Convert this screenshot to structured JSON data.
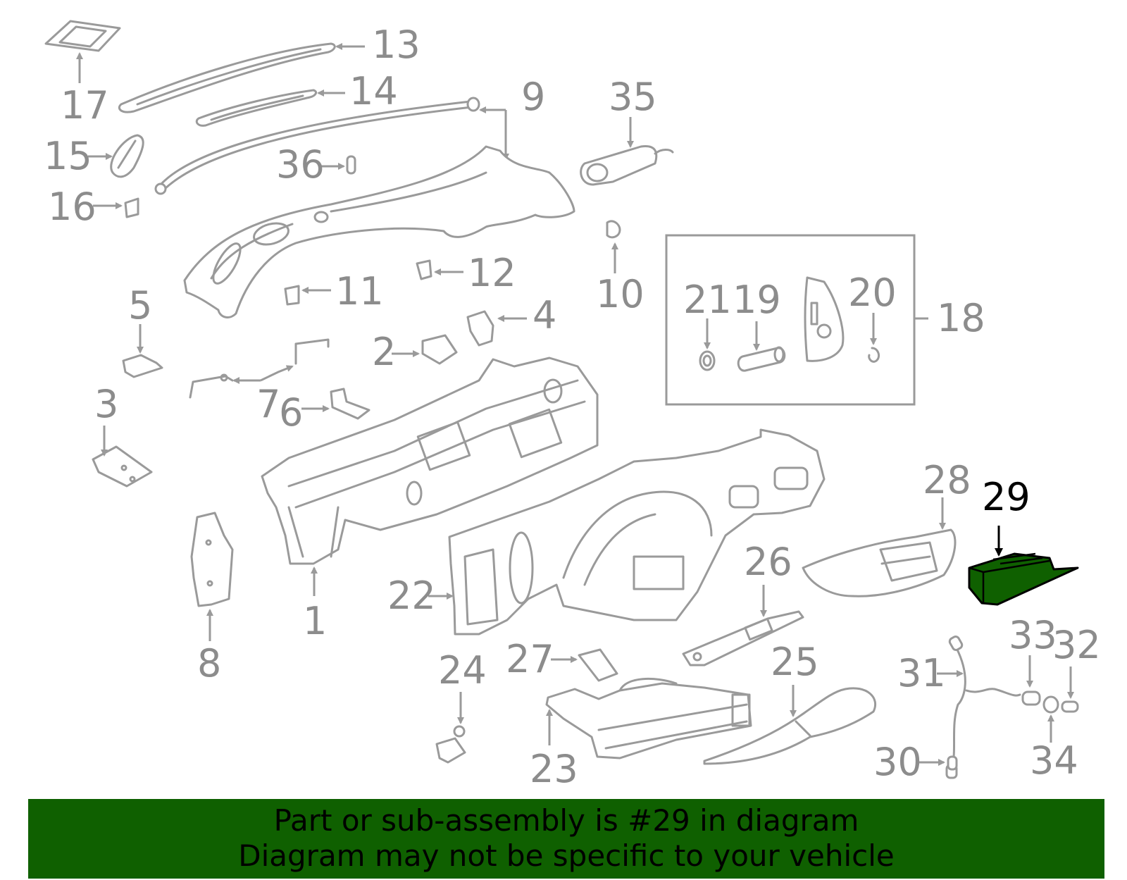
{
  "callouts": [
    "17",
    "13",
    "14",
    "9",
    "35",
    "15",
    "36",
    "16",
    "12",
    "10",
    "11",
    "5",
    "4",
    "2",
    "7",
    "6",
    "3",
    "1",
    "8",
    "21",
    "19",
    "20",
    "18",
    "28",
    "29",
    "26",
    "22",
    "25",
    "27",
    "24",
    "23",
    "31",
    "33",
    "32",
    "30",
    "34"
  ],
  "highlighted_part": "29",
  "highlight_color": "#0f6000",
  "banner": {
    "line1": "Part or sub-assembly is #29 in diagram",
    "line2": "Diagram may not be specific to your vehicle"
  }
}
